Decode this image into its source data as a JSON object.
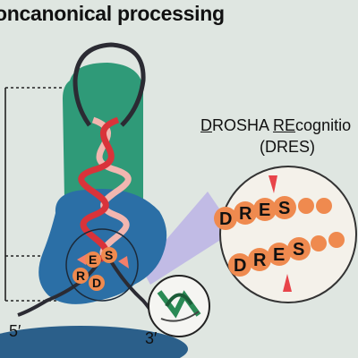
{
  "title": "oncanonical processing",
  "dres_label": {
    "line1_u1": "D",
    "line1_mid": "ROSHA ",
    "line1_u2": "RE",
    "line1_tail": "cognitio",
    "line2": "(DRES)"
  },
  "motif_letters": [
    "D",
    "R",
    "E",
    "S"
  ],
  "zoom_rows": [
    [
      "D",
      "R",
      "E",
      "S"
    ],
    [
      "D",
      "R",
      "E",
      "S"
    ]
  ],
  "end_labels": {
    "five_prime": "5′",
    "three_prime": "3′"
  },
  "colors": {
    "background": "#dfe6e1",
    "green_body": "#2f9a78",
    "blue_body": "#2b6fa6",
    "rna_red": "#d9333a",
    "rna_pink": "#f2b6b0",
    "motif_orange": "#ef8a4f",
    "lavender": "#b9b0e6"
  }
}
